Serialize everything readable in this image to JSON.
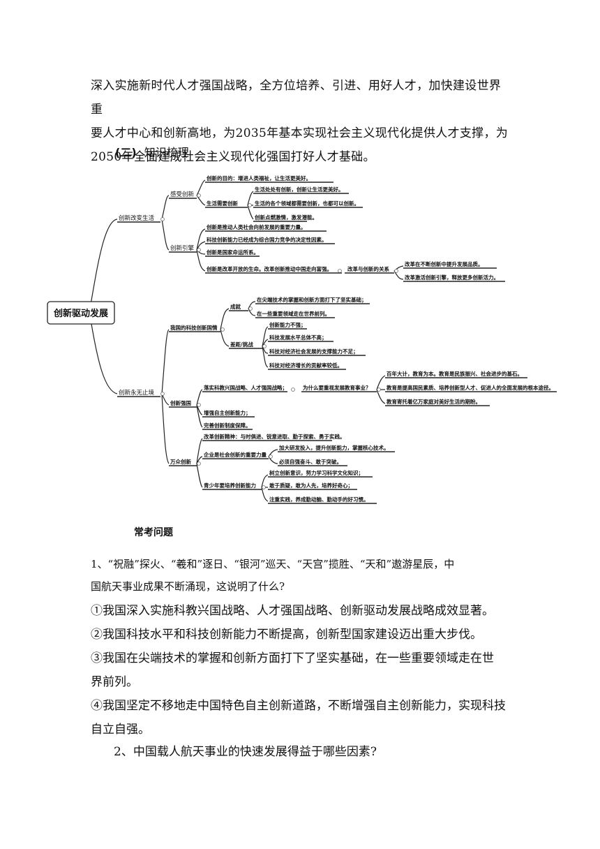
{
  "intro": {
    "line1": "深入实施新时代人才强国战略，全方位培养、引进、用好人才，加快建设世界重",
    "line2": "要人才中心和创新高地，为2035年基本实现社会主义现代化提供人才支撑，为",
    "line3": "2050年全面建成社会主义现代化强国打好人才基础。"
  },
  "section_heading": {
    "number": "(二)",
    "title": "知识梳理"
  },
  "mindmap": {
    "root": "创新驱动发展",
    "b1": "创新改变生活",
    "b1_1": "感受创新",
    "b1_1_1": "创新的目的：增进人类福祉，让生活更美好。",
    "b1_1_2": "生活需要创新",
    "b1_1_2_a": "生活处处有创新，创新让生活更美好。",
    "b1_1_2_b": "生活的各个领域都需要创新，也都可以创新。",
    "b1_1_2_c": "创新点燃激情，激发潜能。",
    "b1_2": "创新引擎",
    "b1_2_a": "创新是推动人类社会向前发展的重要力量。",
    "b1_2_b": "科技创新能力已经成为综合国力竞争的决定性因素。",
    "b1_2_c": "创新是国家命运所系。",
    "b1_2_d": "创新是改革开放的生命。改革创新推动中国走向富强。",
    "b1_2_d_r": "改革与创新的关系",
    "b1_2_d_r1": "改革在不断创新中提升发展品质。",
    "b1_2_d_r2": "改革激活创新引擎，释放更多创新活力。",
    "b2": "创新永无止境",
    "b2_1": "我国的科技创新国情",
    "b2_1_1": "成就",
    "b2_1_1_a": "在尖端技术的掌握和创新方面打下了坚实基础；",
    "b2_1_1_b": "在一些重要领域走在世界前列。",
    "b2_1_2": "差距/挑战",
    "b2_1_2_a": "创新能力不强；",
    "b2_1_2_b": "科技发展水平总体不高；",
    "b2_1_2_c": "科技对经济社会发展的支撑能力不足；",
    "b2_1_2_d": "科技对经济增长的贡献率较低。",
    "b2_2": "创新强国",
    "b2_2_a": "落实科教兴国战略、人才强国战略；",
    "b2_2_a_q": "为什么要重视发展教育事业？",
    "b2_2_a_q1": "百年大计，教育为本。教育是民族振兴、社会进步的基石。",
    "b2_2_a_q2": "教育是提高国民素质、培养创新型人才、促进人的全面发展的根本途径。",
    "b2_2_a_q3": "教育寄托着亿万家庭对美好生活的期盼。",
    "b2_2_b": "增强自主创新能力；",
    "b2_2_c": "完善创新制度保障。",
    "b2_3": "万众创新",
    "b2_3_a": "改革创新精神：与时俱进、锐意进取、勤于探索、勇于实践。",
    "b2_3_b": "企业是社会创新的重要力量",
    "b2_3_b1": "加大研发投入，提升创新能力，掌握核心技术。",
    "b2_3_b2": "必须自强奋斗、敢于突破。",
    "b2_3_c": "青少年要培养创新能力",
    "b2_3_c1": "树立创新意识，努力学习科学文化知识；",
    "b2_3_c2": "敢于质疑，敢为人先，培养好奇心；",
    "b2_3_c3": "注重实践，养成勤动脑、勤动手的好习惯。"
  },
  "faq": {
    "title": "常考问题",
    "q1_line1": "1、“祝融”探火、“羲和”逐日、“银河”巡天、“天宫”揽胜、“天和”遨游星辰，中",
    "q1_line2": "国航天事业成果不断涌现，这说明了什么?",
    "a1": "①我国深入实施科教兴国战略、人才强国战略、创新驱动发展战略成效显著。",
    "a2": "②我国科技水平和科技创新能力不断提高，创新型国家建设迈出重大步伐。",
    "a3_line1": "③我国在尖端技术的掌握和创新方面打下了坚实基础，在一些重要领域走在世",
    "a3_line2": "界前列。",
    "a4_line1": "④我国坚定不移地走中国特色自主创新道路，不断增强自主创新能力，实现科技",
    "a4_line2": "自立自强。",
    "q2": "2、中国载人航天事业的快速发展得益于哪些因素?"
  }
}
